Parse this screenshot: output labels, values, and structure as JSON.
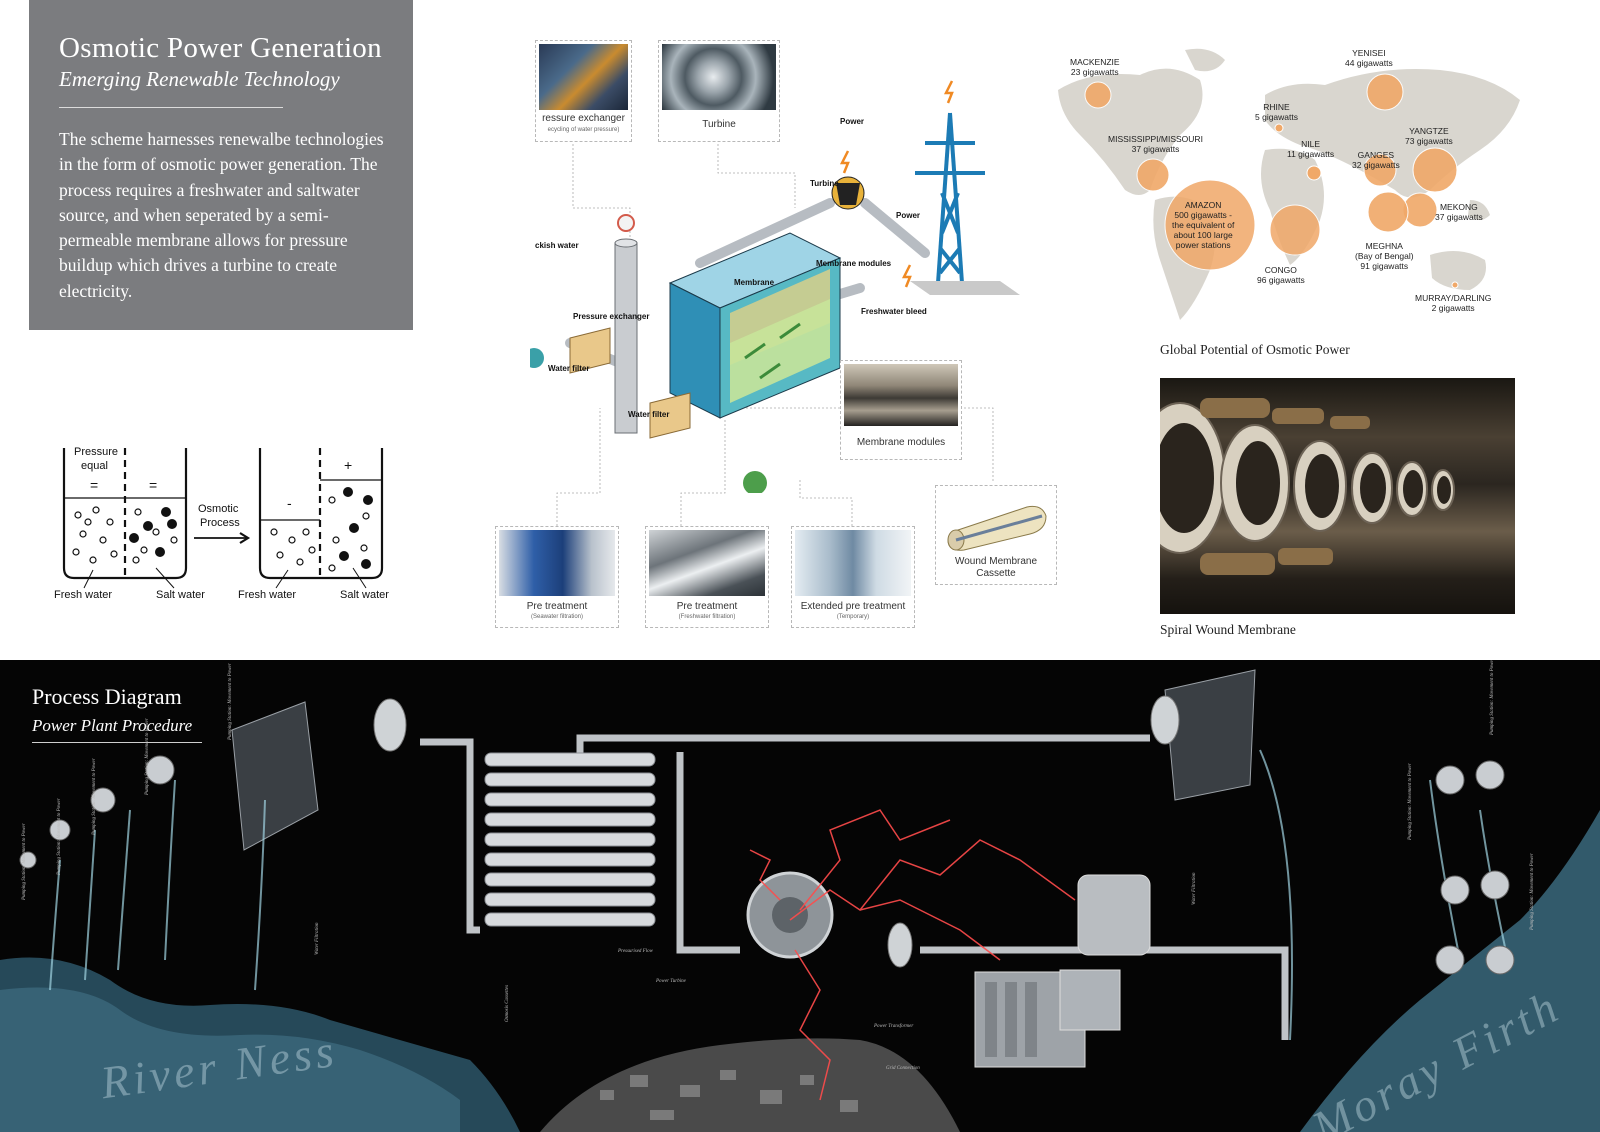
{
  "intro": {
    "title": "Osmotic Power Generation",
    "subtitle": "Emerging Renewable Technology",
    "body": "The scheme harnesses renewalbe technologies in the form of osmotic power generation. The process requires a freshwater and saltwater source, and when seperated by a semi-permeable membrane allows for pressure buildup which drives a turbine to create electricity."
  },
  "osmosis_sketch": {
    "pressure_label": "Pressure",
    "equal_label": "equal",
    "eq_sign": "=",
    "plus_sign": "+",
    "minus_sign": "-",
    "process_line1": "Osmotic",
    "process_line2": "Process",
    "fresh_left": "Fresh water",
    "salt_left": "Salt water",
    "fresh_right": "Fresh water",
    "salt_right": "Salt water"
  },
  "plant_diagram": {
    "photos": {
      "pressure_exchanger": {
        "caption": "ressure exchanger",
        "sub": "ecycling of water pressure)"
      },
      "turbine": {
        "caption": "Turbine"
      },
      "membrane_modules": {
        "caption": "Membrane modules"
      },
      "wound_cassette": {
        "caption_line1": "Wound Membrane",
        "caption_line2": "Cassette"
      },
      "pre_treatment_sea": {
        "caption": "Pre treatment",
        "sub": "(Seawater filtration)"
      },
      "pre_treatment_fresh": {
        "caption": "Pre treatment",
        "sub": "(Freshwater filtration)"
      },
      "extended_pre_treatment": {
        "caption": "Extended pre treatment",
        "sub": "(Temporary)"
      }
    },
    "labels": {
      "power_top": "Power",
      "turbine": "Turbine",
      "power_mid": "Power",
      "brackish": "ckish water",
      "membrane_modules": "Membrane modules",
      "membrane": "Membrane",
      "pressure_exchanger": "Pressure exchanger",
      "freshwater_bleed": "Freshwater bleed",
      "water_filter_left": "Water filter",
      "water_filter_bottom": "Water filter"
    }
  },
  "world_map": {
    "colors": {
      "bubble": "#f0a868",
      "land": "#d9d6cf"
    },
    "rivers": [
      {
        "name": "MACKENZIE",
        "value": "23 gigawatts"
      },
      {
        "name": "YENISEI",
        "value": "44 gigawatts"
      },
      {
        "name": "RHINE",
        "value": "5 gigawatts"
      },
      {
        "name": "MISSISSIPPI/MISSOURI",
        "value": "37 gigawatts"
      },
      {
        "name": "NILE",
        "value": "11 gigawatts"
      },
      {
        "name": "YANGTZE",
        "value": "73 gigawatts"
      },
      {
        "name": "GANGES",
        "value": "32 gigawatts"
      },
      {
        "name": "AMAZON",
        "value": "500 gigawatts -",
        "extra1": "the equivalent of",
        "extra2": "about 100 large",
        "extra3": "power stations"
      },
      {
        "name": "MEKONG",
        "value": "37 gigawatts"
      },
      {
        "name": "MEGHNA",
        "value": "91 gigawatts",
        "extra1": "(Bay of Bengal)"
      },
      {
        "name": "CONGO",
        "value": "96 gigawatts"
      },
      {
        "name": "MURRAY/DARLING",
        "value": "2 gigawatts"
      }
    ],
    "caption": "Global Potential of Osmotic Power"
  },
  "spiral_photo": {
    "caption": "Spiral Wound Membrane"
  },
  "process": {
    "title": "Process Diagram",
    "subtitle": "Power Plant Procedure",
    "pump_label": "Pumping Station: Movement to Power",
    "water_filtration": "Water Filtration",
    "osmosis_cassettes": "Osmosis Cassettes",
    "pressurised_flow": "Pressurised Flow",
    "power_turbine": "Power Turbine",
    "power_transformer": "Power Transformer",
    "grid_connection": "Grid Connection",
    "river_ness": "River Ness",
    "moray_firth": "Moray Firth"
  }
}
